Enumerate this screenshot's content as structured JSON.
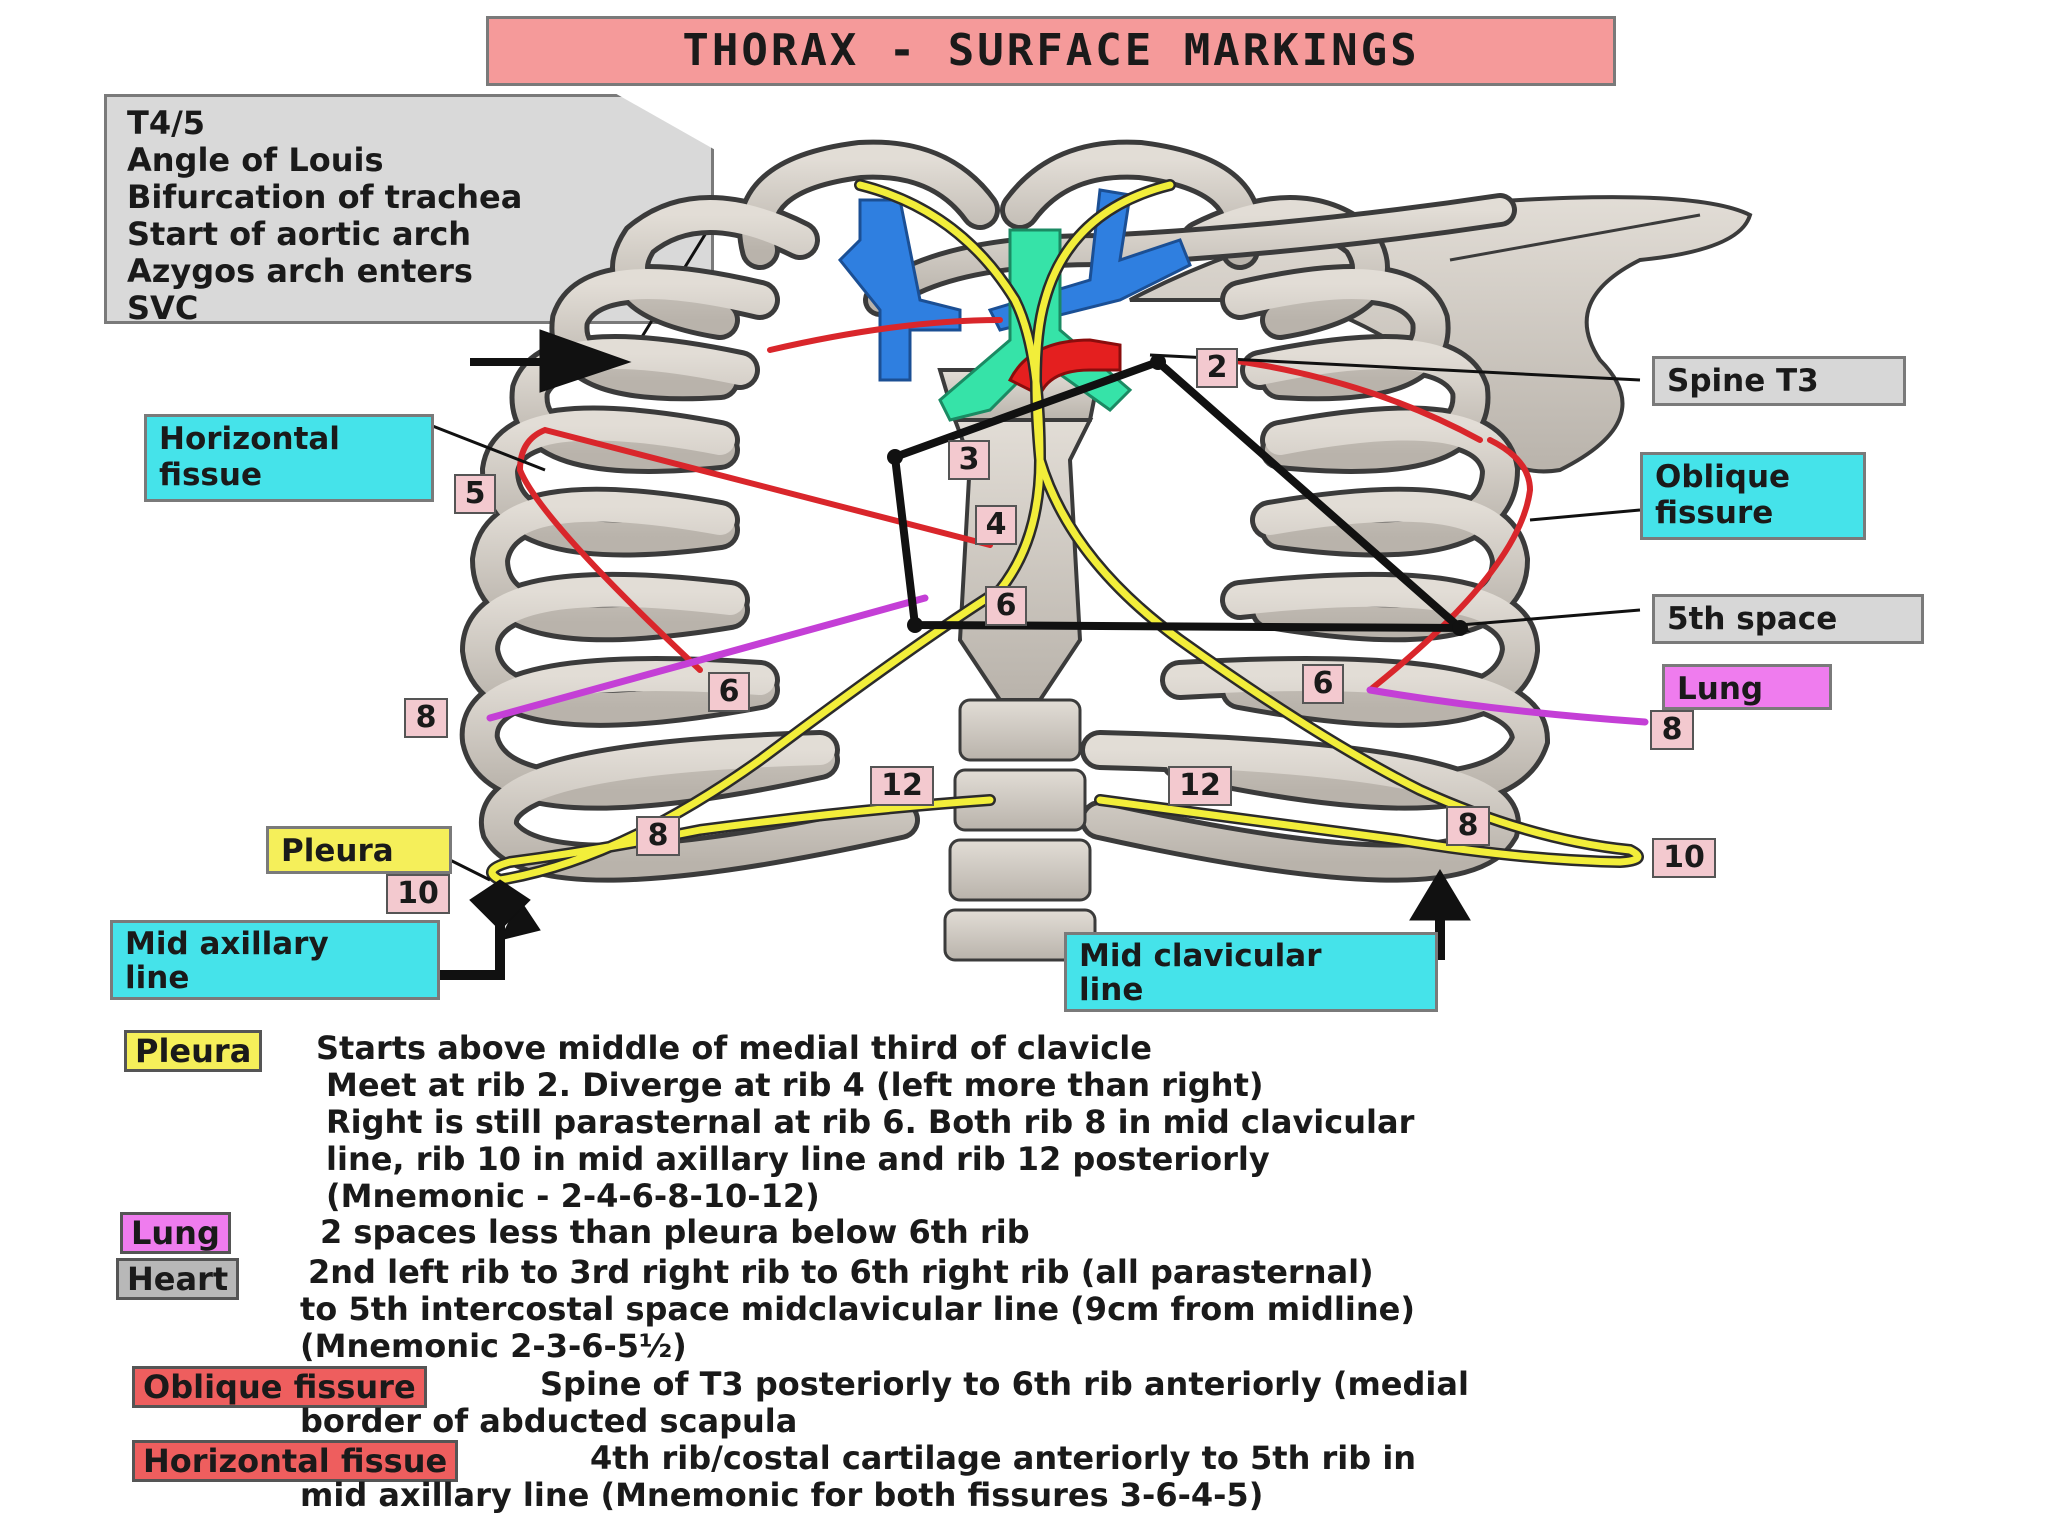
{
  "title": "THORAX - SURFACE MARKINGS",
  "t45_box": [
    "T4/5",
    "Angle of Louis",
    "Bifurcation of trachea",
    "Start of aortic arch",
    "Azygos arch enters",
    "SVC"
  ],
  "callouts": {
    "horizontal_fissue": [
      "Horizontal",
      "fissue"
    ],
    "oblique_fissure": [
      "Oblique",
      "fissure"
    ],
    "spine_t3": "Spine T3",
    "fifth_space": "5th space",
    "lung": "Lung",
    "pleura": "Pleura",
    "mid_axillary": [
      "Mid axillary",
      "line"
    ],
    "mid_clavicular": [
      "Mid clavicular",
      "line"
    ]
  },
  "rib_tags": {
    "r2": "2",
    "r3": "3",
    "r4": "4",
    "r5": "5",
    "r6a": "6",
    "r6b": "6",
    "r6c": "6",
    "r8a": "8",
    "r8b": "8",
    "r8c": "8",
    "r8d": "8",
    "r10a": "10",
    "r10b": "10",
    "r12a": "12",
    "r12b": "12"
  },
  "legend": {
    "pleura_label": "Pleura",
    "pleura_lines": [
      "Starts above middle of medial third of clavicle",
      "Meet at rib 2. Diverge at rib 4 (left more than right)",
      "Right is still parasternal at rib 6. Both rib 8 in mid clavicular",
      "line, rib 10 in mid axillary line and rib 12 posteriorly",
      "(Mnemonic - 2-4-6-8-10-12)"
    ],
    "lung_label": "Lung",
    "lung_line": "2 spaces less than pleura below 6th rib",
    "heart_label": "Heart",
    "heart_lines": [
      "2nd left rib to 3rd right rib to 6th right rib (all parasternal)",
      "to 5th intercostal space midclavicular line (9cm from midline)",
      "(Mnemonic 2-3-6-5½)"
    ],
    "oblique_label": "Oblique fissure",
    "oblique_lines": [
      "Spine of T3 posteriorly to 6th rib anteriorly (medial",
      "border of abducted scapula"
    ],
    "horizontal_label": "Horizontal fissue",
    "horizontal_lines": [
      "4th rib/costal cartilage anteriorly to 5th rib in",
      "mid axillary line (Mnemonic for both fissures 3-6-4-5)"
    ]
  },
  "colors": {
    "bone": "#cfcac3",
    "bone_edge": "#3b3b3b",
    "pleura": "#f2ee3a",
    "lung": "#c43fd6",
    "fissure": "#d9262b",
    "vein": "#2f7fe0",
    "trachea": "#36e3a8",
    "heart_line": "#111111"
  }
}
